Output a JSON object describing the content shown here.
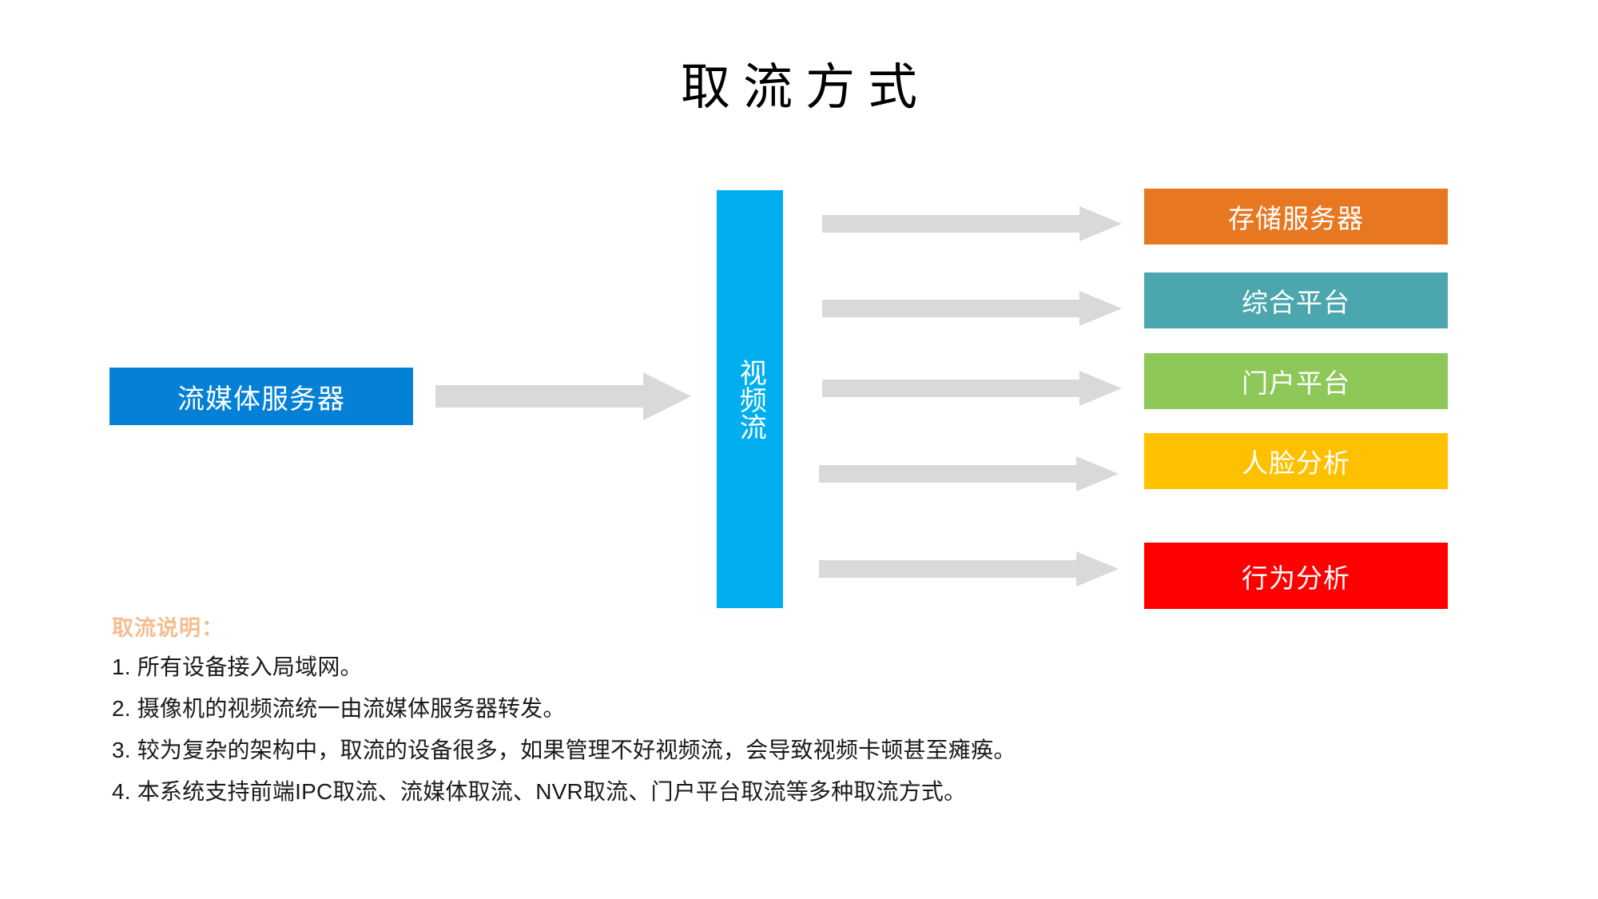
{
  "slide": {
    "title": "取流方式",
    "background_color": "#FFFFFF"
  },
  "diagram": {
    "source": {
      "label": "流媒体服务器",
      "color": "#0580D7",
      "text_color": "#FFFFFF"
    },
    "hub": {
      "label": "视频流",
      "color": "#00AEEF",
      "text_color": "#FFFFFF",
      "orientation": "vertical"
    },
    "arrow_color": "#D9D9D9",
    "destinations": [
      {
        "label": "存储服务器",
        "color": "#E87722",
        "text_color": "#FFFFFF"
      },
      {
        "label": "综合平台",
        "color": "#4BA6AE",
        "text_color": "#FFFFFF"
      },
      {
        "label": "门户平台",
        "color": "#8DC858",
        "text_color": "#FFFFFF"
      },
      {
        "label": "人脸分析",
        "color": "#FFC000",
        "text_color": "#FFFFFF"
      },
      {
        "label": "行为分析",
        "color": "#FF0000",
        "text_color": "#FFFFFF"
      }
    ]
  },
  "notes": {
    "heading": "取流说明：",
    "heading_color": "#F5BD8E",
    "items": [
      "1. 所有设备接入局域网。",
      "2. 摄像机的视频流统一由流媒体服务器转发。",
      "3. 较为复杂的架构中，取流的设备很多，如果管理不好视频流，会导致视频卡顿甚至瘫痪。",
      "4. 本系统支持前端IPC取流、流媒体取流、NVR取流、门户平台取流等多种取流方式。"
    ]
  }
}
